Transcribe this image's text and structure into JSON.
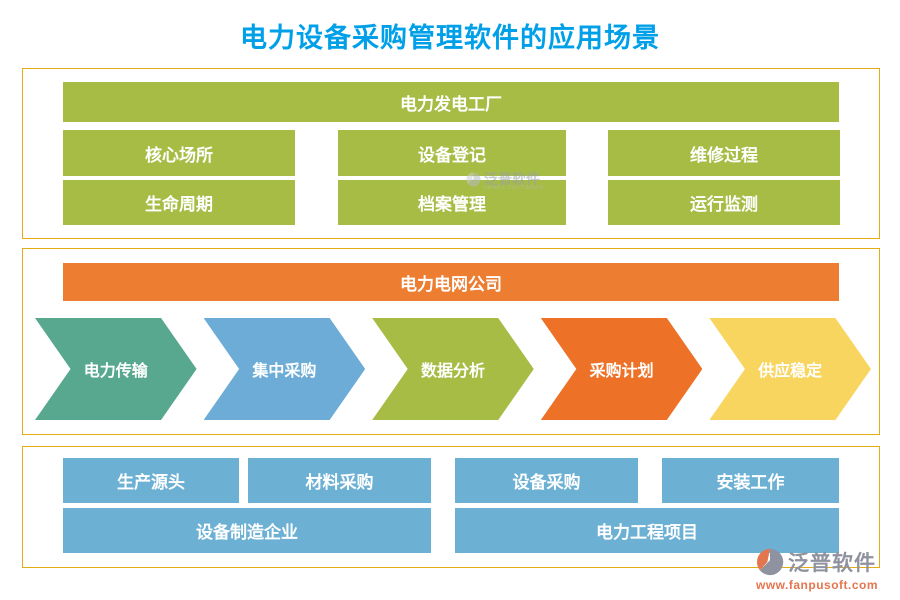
{
  "page": {
    "title": "电力设备采购管理软件的应用场景",
    "title_color": "#00A0E9",
    "panel_border_color": "#E3AC15"
  },
  "factory_section": {
    "header": "电力发电工厂",
    "header_color": "#A6BC45",
    "button_color": "#A6BC45",
    "buttons": [
      "核心场所",
      "设备登记",
      "维修过程",
      "生命周期",
      "档案管理",
      "运行监测"
    ]
  },
  "grid_section": {
    "header": "电力电网公司",
    "header_color": "#ED7D31",
    "arrows": [
      {
        "label": "电力传输",
        "color": "#58A88F"
      },
      {
        "label": "集中采购",
        "color": "#6CACD6"
      },
      {
        "label": "数据分析",
        "color": "#A6BC45"
      },
      {
        "label": "采购计划",
        "color": "#ED7227"
      },
      {
        "label": "供应稳定",
        "color": "#F8D55F"
      }
    ]
  },
  "supply_section": {
    "button_color": "#6CB0D4",
    "row1": [
      "生产源头",
      "材料采购",
      "设备采购",
      "安装工作"
    ],
    "row2": [
      "设备制造企业",
      "电力工程项目"
    ]
  },
  "watermark": {
    "name": "泛普软件",
    "sub": "FANPU SOFTWARE"
  },
  "logo": {
    "name": "泛普软件",
    "url": "www.fanpusoft.com"
  }
}
